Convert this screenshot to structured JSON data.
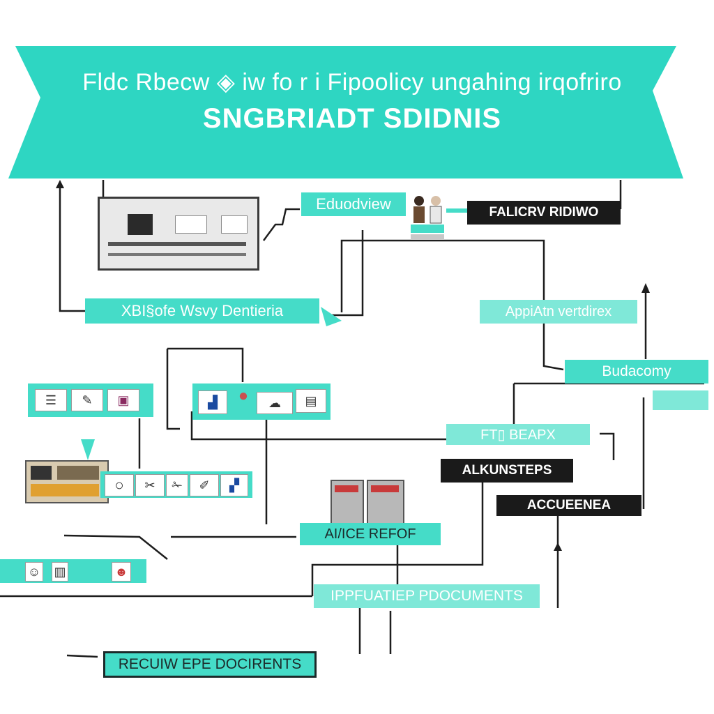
{
  "banner": {
    "title": "Fldc Rbecw ◈ iw fo r i Fipoolicy ungahing irqofriro",
    "subtitle": "SNGBRIADT SDIDNIS",
    "color": "#2ed6c2"
  },
  "labels": {
    "edudview": "Eduodview",
    "falicrv": "FALICRV RIDIWO",
    "xbl": "XBI§ofe Wsvy Dentieria",
    "appiatn": "AppiAtn vertdirex",
    "budacomy": "Budacomy",
    "fts": "FT▯ BEAPX",
    "alkunsteps": "ALKUNSTEPS",
    "accueenea": "ACCUEENEA",
    "alice": "AI/ICE REFOF",
    "ippfuatiep": "IPPFUATIEP PDOCUMENTS",
    "recuiw": "RECUIW EPE DOCIRENTS"
  },
  "icons": {
    "toolbar1": [
      "list-icon",
      "pen-icon",
      "photo-icon"
    ],
    "toolbar2": [
      "user-card-icon",
      "pin-icon",
      "cloud-icon",
      "document-icon"
    ],
    "toolbar3": [
      "circle-icon",
      "tools-icon",
      "scissors-icon",
      "brush-icon",
      "portrait-icon"
    ]
  },
  "colors": {
    "teal": "#45dcc8",
    "teal_light": "#7fe8d8",
    "dark": "#1a1a1a",
    "line": "#1d1d1d"
  }
}
